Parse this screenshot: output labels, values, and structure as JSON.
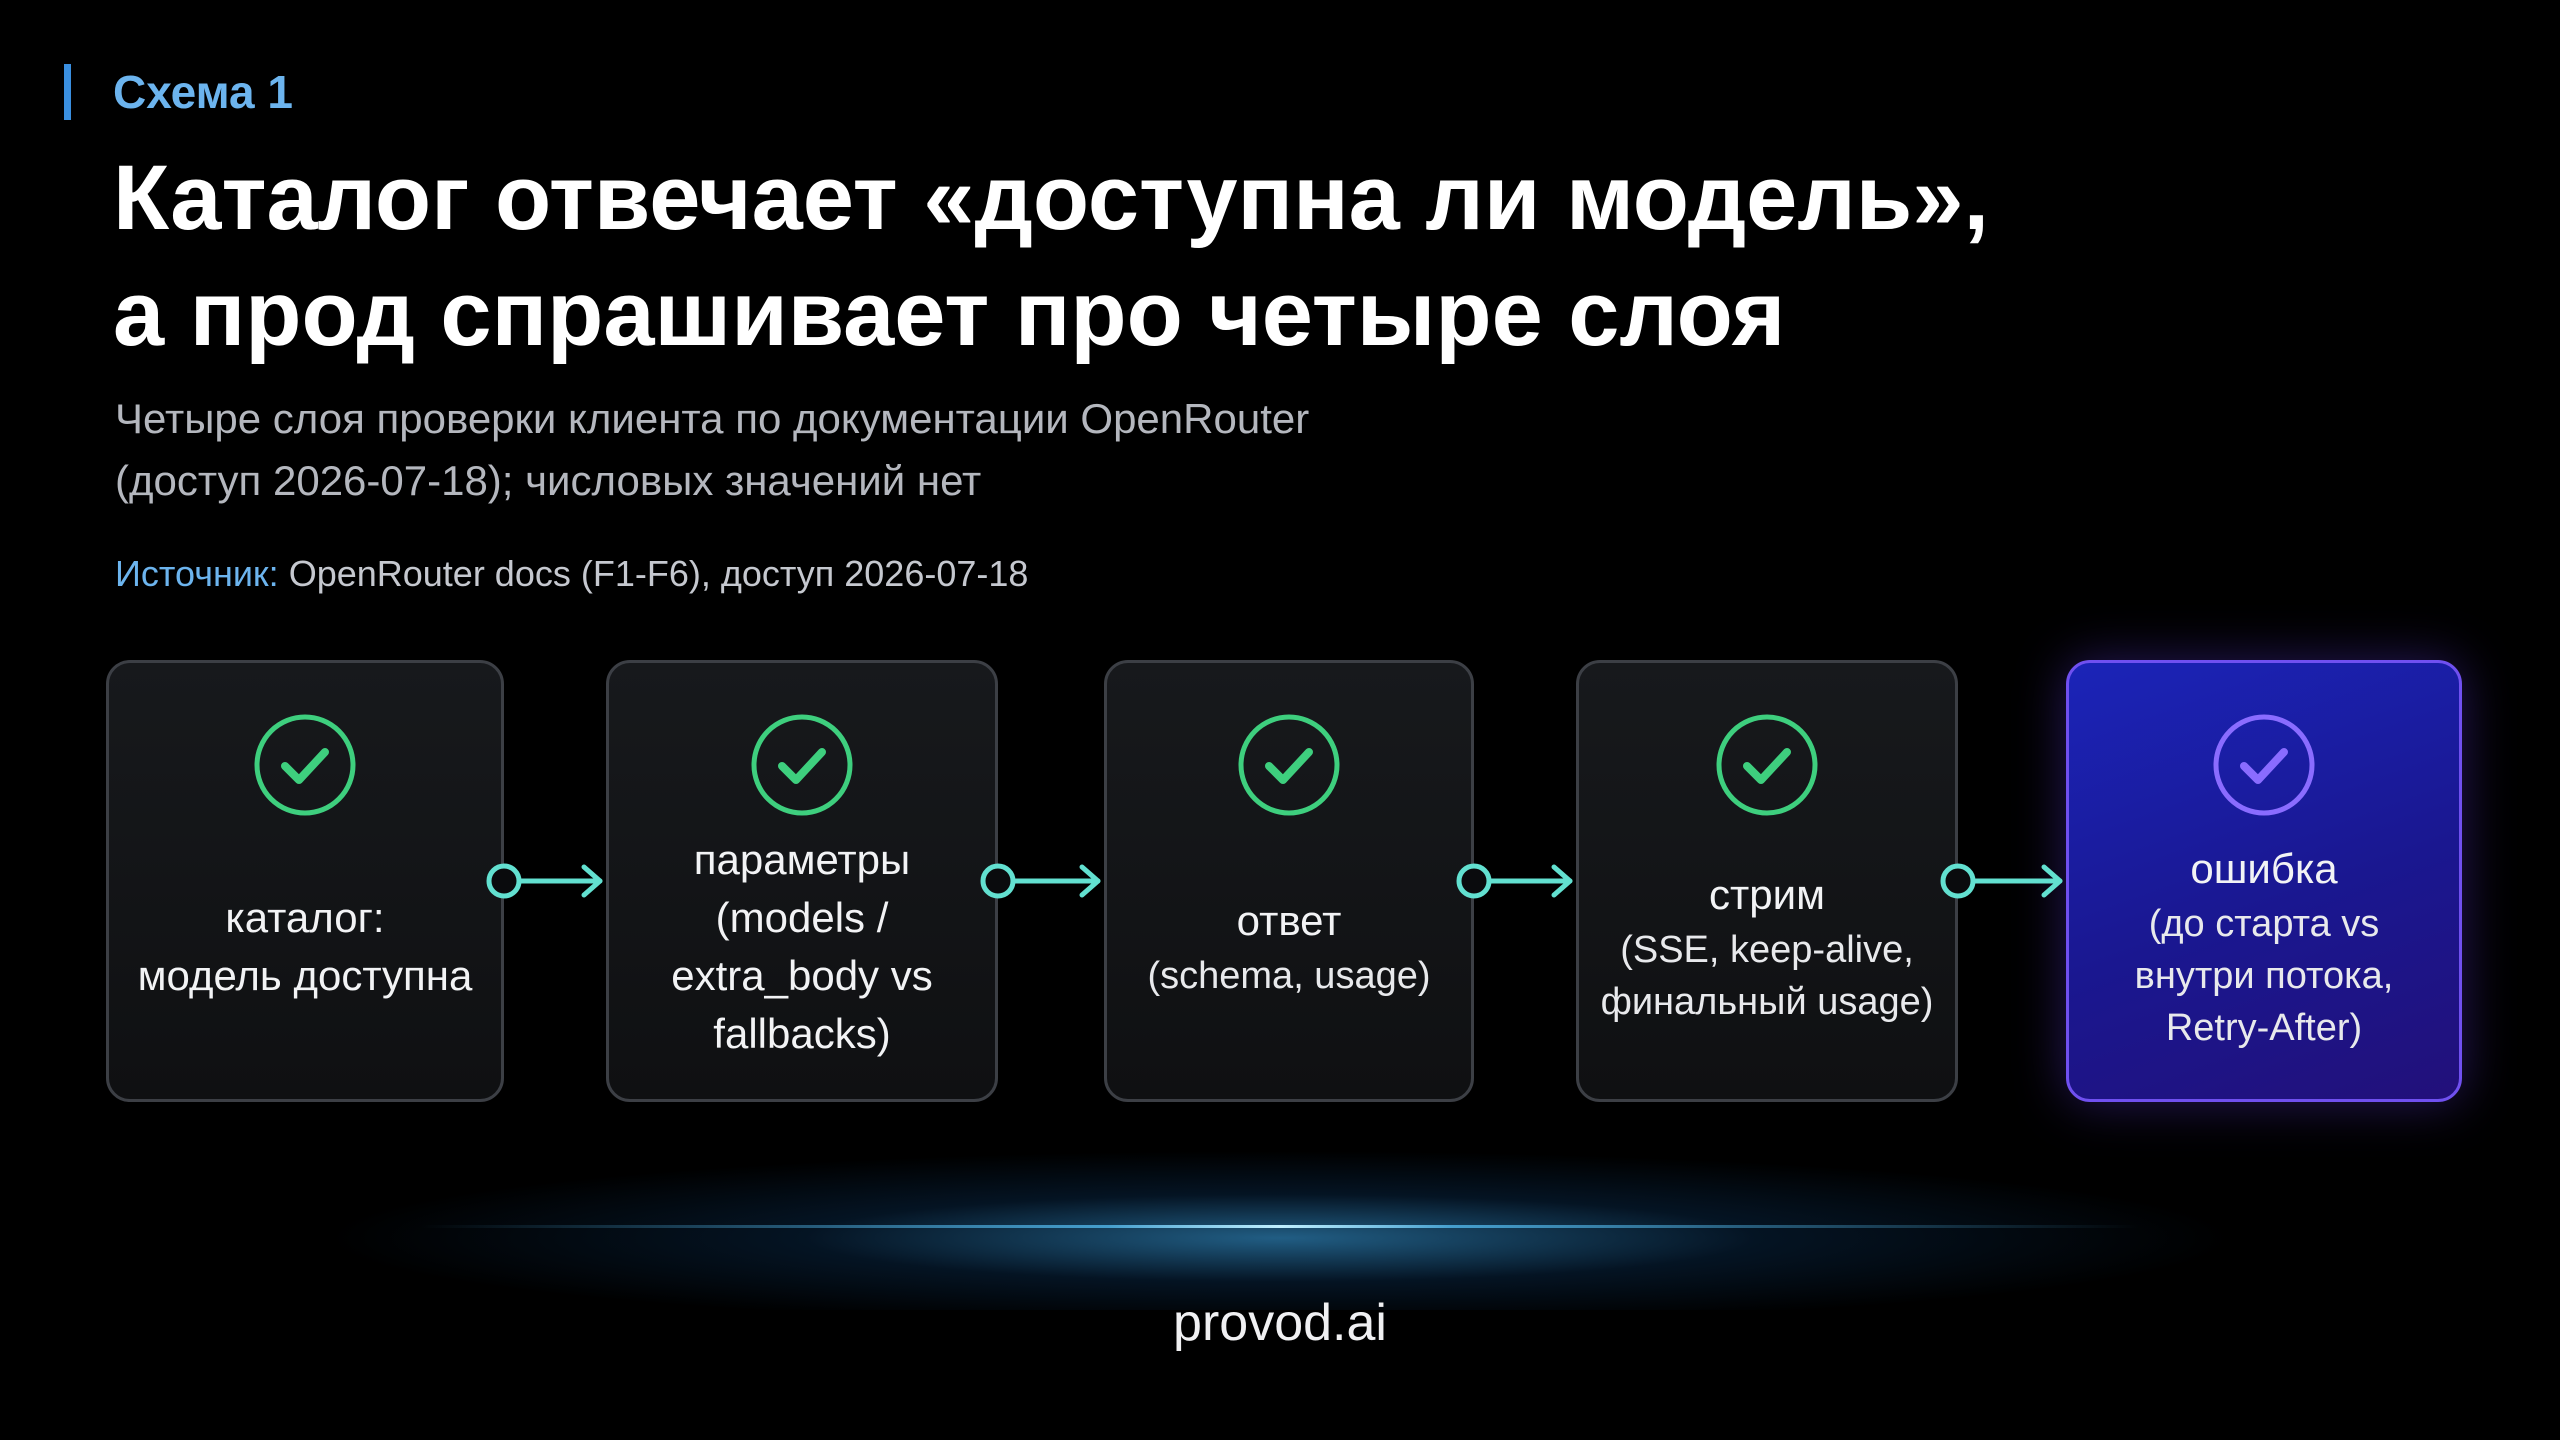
{
  "header": {
    "kicker": "Схема 1",
    "title_lines": [
      "Каталог отвечает «доступна ли модель»,",
      "а прод спрашивает про четыре слоя"
    ],
    "subtitle_lines": [
      "Четыре слоя проверки клиента по документации OpenRouter",
      "(доступ 2026-07-18); числовых значений нет"
    ],
    "source_label": "Источник:",
    "source_text": " OpenRouter docs (F1-F6), доступ 2026-07-18"
  },
  "steps": [
    {
      "label_lines": [
        "каталог:",
        "модель доступна"
      ],
      "sub_lines": []
    },
    {
      "label_lines": [
        "параметры",
        "(models /",
        "extra_body vs",
        "fallbacks)"
      ],
      "sub_lines": []
    },
    {
      "label_lines": [
        "ответ"
      ],
      "sub_lines": [
        "(schema, usage)"
      ]
    },
    {
      "label_lines": [
        "стрим"
      ],
      "sub_lines": [
        "(SSE, keep-alive,",
        "финальный usage)"
      ]
    },
    {
      "label_lines": [
        "ошибка"
      ],
      "sub_lines": [
        "(до старта vs",
        "внутри потока,",
        "Retry-After)"
      ]
    }
  ],
  "colors": {
    "check_green": "#3ecf7e",
    "check_purple": "#8a6cff",
    "connector": "#62e0d0",
    "accent_blue": "#6cb4ee"
  },
  "icons": {
    "step_status": "check-circle-icon",
    "connector": "arrow-right-icon"
  },
  "footer": {
    "brand": "provod.ai"
  }
}
